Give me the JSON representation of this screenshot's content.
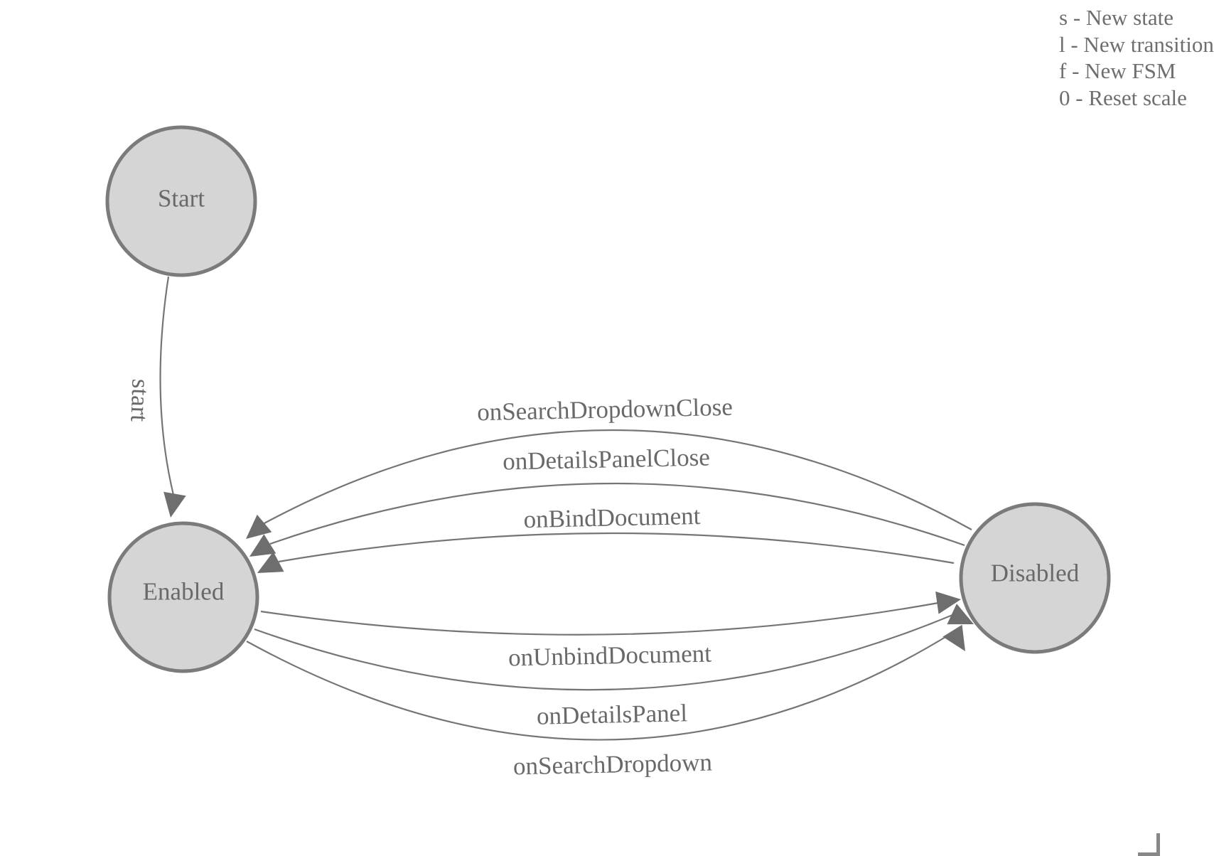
{
  "canvas": {
    "background": "#ffffff",
    "node_fill": "#d5d5d5",
    "node_stroke": "#7b7b7b",
    "edge_color": "#757575",
    "arrow_color": "#6e6e6e",
    "text_color": "#696969"
  },
  "legend": {
    "lines": [
      "s - New state",
      "l - New transition",
      "f - New FSM",
      "0 - Reset scale"
    ]
  },
  "states": {
    "start": {
      "label": "Start"
    },
    "enabled": {
      "label": "Enabled"
    },
    "disabled": {
      "label": "Disabled"
    }
  },
  "transitions": {
    "start": {
      "label": "start",
      "from": "Start",
      "to": "Enabled"
    },
    "onSearchDropdownClose": {
      "label": "onSearchDropdownClose",
      "from": "Disabled",
      "to": "Enabled"
    },
    "onDetailsPanelClose": {
      "label": "onDetailsPanelClose",
      "from": "Disabled",
      "to": "Enabled"
    },
    "onBindDocument": {
      "label": "onBindDocument",
      "from": "Disabled",
      "to": "Enabled"
    },
    "onUnbindDocument": {
      "label": "onUnbindDocument",
      "from": "Enabled",
      "to": "Disabled"
    },
    "onDetailsPanel": {
      "label": "onDetailsPanel",
      "from": "Enabled",
      "to": "Disabled"
    },
    "onSearchDropdown": {
      "label": "onSearchDropdown",
      "from": "Enabled",
      "to": "Disabled"
    }
  }
}
